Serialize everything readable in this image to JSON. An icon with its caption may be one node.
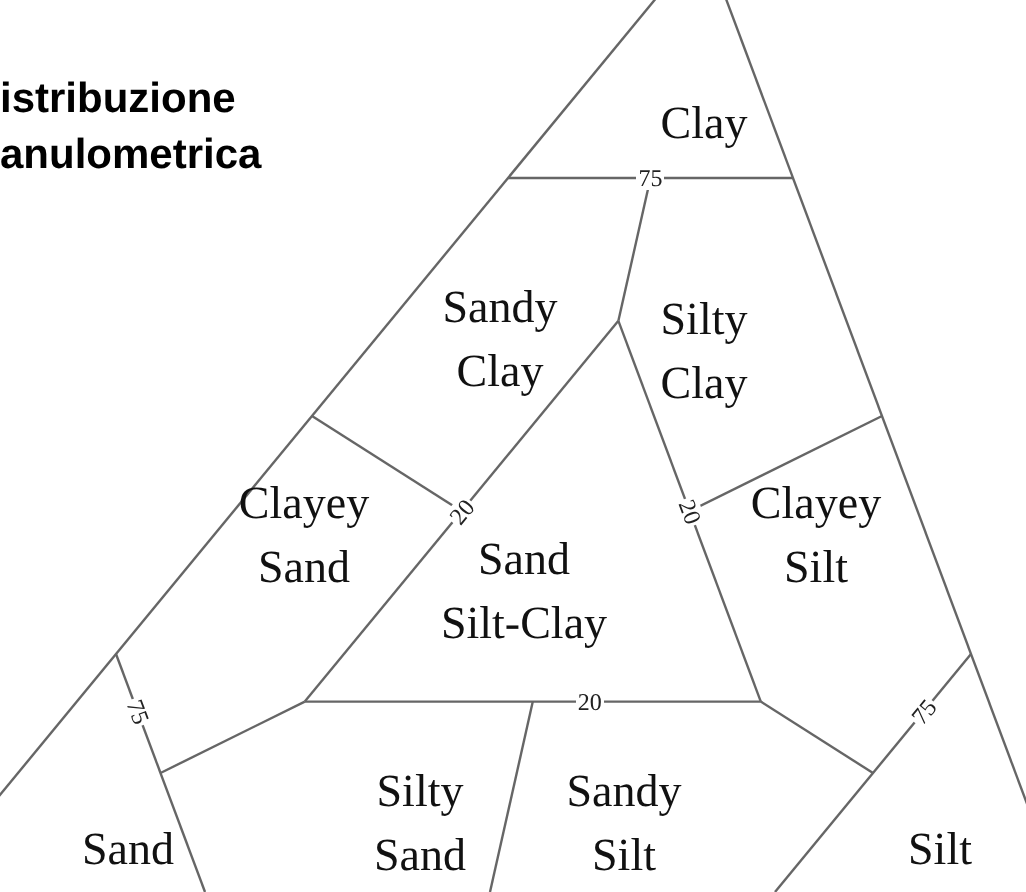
{
  "diagram": {
    "title": "istribuzione anulometrica",
    "nodes": [
      {
        "text": [
          "Clay"
        ]
      },
      {
        "text": [
          "Sandy Clay"
        ]
      },
      {
        "text": [
          "Silty Clay"
        ]
      },
      {
        "text": [
          "Clayey Sand"
        ]
      },
      {
        "text": [
          "Sand Silt-Clay"
        ]
      },
      {
        "text": [
          "Clayey Silt"
        ]
      },
      {
        "text": [
          "Sand"
        ]
      },
      {
        "text": [
          "Silty Sand"
        ]
      },
      {
        "text": [
          "Sandy Silt"
        ]
      },
      {
        "text": [
          "Silt"
        ]
      }
    ],
    "labels": [
      "75",
      "20",
      "20",
      "20",
      "75",
      "75"
    ]
  }
}
